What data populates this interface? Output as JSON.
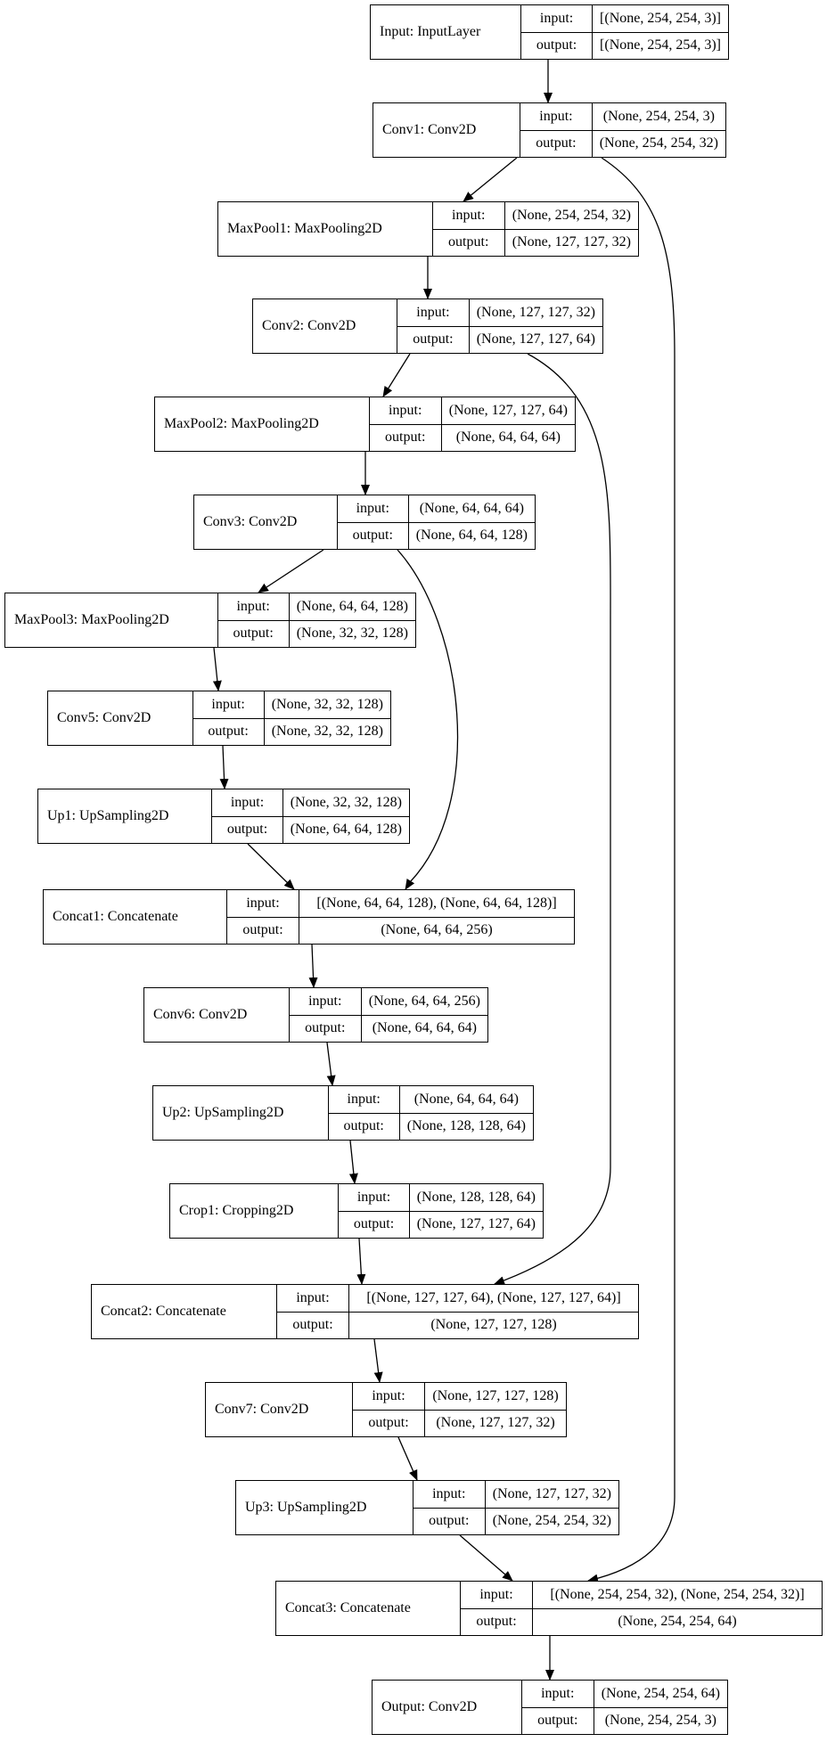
{
  "labels": {
    "input": "input:",
    "output": "output:"
  },
  "nodes": [
    {
      "id": "input",
      "name": "Input: InputLayer",
      "in": "[(None, 254, 254, 3)]",
      "out": "[(None, 254, 254, 3)]"
    },
    {
      "id": "conv1",
      "name": "Conv1: Conv2D",
      "in": "(None, 254, 254, 3)",
      "out": "(None, 254, 254, 32)"
    },
    {
      "id": "maxpool1",
      "name": "MaxPool1: MaxPooling2D",
      "in": "(None, 254, 254, 32)",
      "out": "(None, 127, 127, 32)"
    },
    {
      "id": "conv2",
      "name": "Conv2: Conv2D",
      "in": "(None, 127, 127, 32)",
      "out": "(None, 127, 127, 64)"
    },
    {
      "id": "maxpool2",
      "name": "MaxPool2: MaxPooling2D",
      "in": "(None, 127, 127, 64)",
      "out": "(None, 64, 64, 64)"
    },
    {
      "id": "conv3",
      "name": "Conv3: Conv2D",
      "in": "(None, 64, 64, 64)",
      "out": "(None, 64, 64, 128)"
    },
    {
      "id": "maxpool3",
      "name": "MaxPool3: MaxPooling2D",
      "in": "(None, 64, 64, 128)",
      "out": "(None, 32, 32, 128)"
    },
    {
      "id": "conv5",
      "name": "Conv5: Conv2D",
      "in": "(None, 32, 32, 128)",
      "out": "(None, 32, 32, 128)"
    },
    {
      "id": "up1",
      "name": "Up1: UpSampling2D",
      "in": "(None, 32, 32, 128)",
      "out": "(None, 64, 64, 128)"
    },
    {
      "id": "concat1",
      "name": "Concat1: Concatenate",
      "in": "[(None, 64, 64, 128), (None, 64, 64, 128)]",
      "out": "(None, 64, 64, 256)"
    },
    {
      "id": "conv6",
      "name": "Conv6: Conv2D",
      "in": "(None, 64, 64, 256)",
      "out": "(None, 64, 64, 64)"
    },
    {
      "id": "up2",
      "name": "Up2: UpSampling2D",
      "in": "(None, 64, 64, 64)",
      "out": "(None, 128, 128, 64)"
    },
    {
      "id": "crop1",
      "name": "Crop1: Cropping2D",
      "in": "(None, 128, 128, 64)",
      "out": "(None, 127, 127, 64)"
    },
    {
      "id": "concat2",
      "name": "Concat2: Concatenate",
      "in": "[(None, 127, 127, 64), (None, 127, 127, 64)]",
      "out": "(None, 127, 127, 128)"
    },
    {
      "id": "conv7",
      "name": "Conv7: Conv2D",
      "in": "(None, 127, 127, 128)",
      "out": "(None, 127, 127, 32)"
    },
    {
      "id": "up3",
      "name": "Up3: UpSampling2D",
      "in": "(None, 127, 127, 32)",
      "out": "(None, 254, 254, 32)"
    },
    {
      "id": "concat3",
      "name": "Concat3: Concatenate",
      "in": "[(None, 254, 254, 32), (None, 254, 254, 32)]",
      "out": "(None, 254, 254, 64)"
    },
    {
      "id": "output",
      "name": "Output: Conv2D",
      "in": "(None, 254, 254, 64)",
      "out": "(None, 254, 254, 3)"
    }
  ],
  "edges": [
    [
      "input",
      "conv1"
    ],
    [
      "conv1",
      "maxpool1"
    ],
    [
      "maxpool1",
      "conv2"
    ],
    [
      "conv2",
      "maxpool2"
    ],
    [
      "maxpool2",
      "conv3"
    ],
    [
      "conv3",
      "maxpool3"
    ],
    [
      "maxpool3",
      "conv5"
    ],
    [
      "conv5",
      "up1"
    ],
    [
      "up1",
      "concat1"
    ],
    [
      "conv3",
      "concat1"
    ],
    [
      "concat1",
      "conv6"
    ],
    [
      "conv6",
      "up2"
    ],
    [
      "up2",
      "crop1"
    ],
    [
      "crop1",
      "concat2"
    ],
    [
      "conv2",
      "concat2"
    ],
    [
      "concat2",
      "conv7"
    ],
    [
      "conv7",
      "up3"
    ],
    [
      "up3",
      "concat3"
    ],
    [
      "conv1",
      "concat3"
    ],
    [
      "concat3",
      "output"
    ]
  ]
}
